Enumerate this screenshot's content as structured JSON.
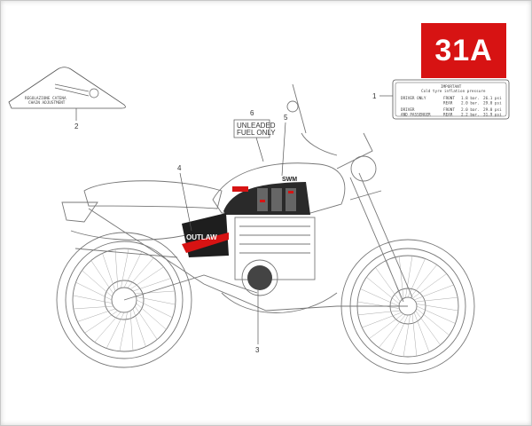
{
  "badge": {
    "label": "31A",
    "color": "#d71313"
  },
  "callouts": [
    "1",
    "2",
    "3",
    "4",
    "5",
    "6"
  ],
  "tyre_label": {
    "title_top": "IMPORTANT",
    "title": "Cold tyre inflation pressure",
    "rows": [
      {
        "rider": "DRIVER ONLY",
        "wheel": "FRONT",
        "bar": "1.8 bar.",
        "psi": "26.1 psi"
      },
      {
        "rider": "",
        "wheel": "REAR",
        "bar": "2.0 bar.",
        "psi": "29.0 psi"
      },
      {
        "rider": "DRIVER",
        "wheel": "FRONT",
        "bar": "2.0 bar.",
        "psi": "29.0 psi"
      },
      {
        "rider": "AND PASSENGER",
        "wheel": "REAR",
        "bar": "2.2 bar.",
        "psi": "31.9 psi"
      }
    ]
  },
  "chain_label": {
    "line1": "REGOLAZIONE CATENA",
    "line2": "CHAIN ADJUSTMENT"
  },
  "fuel_label": {
    "line1": "UNLEADED",
    "line2": "FUEL ONLY"
  },
  "tank_logo": "SWM",
  "side_logo": "OUTLAW",
  "colors": {
    "accent": "#d71313",
    "decal_dark": "#2a2a2a"
  }
}
